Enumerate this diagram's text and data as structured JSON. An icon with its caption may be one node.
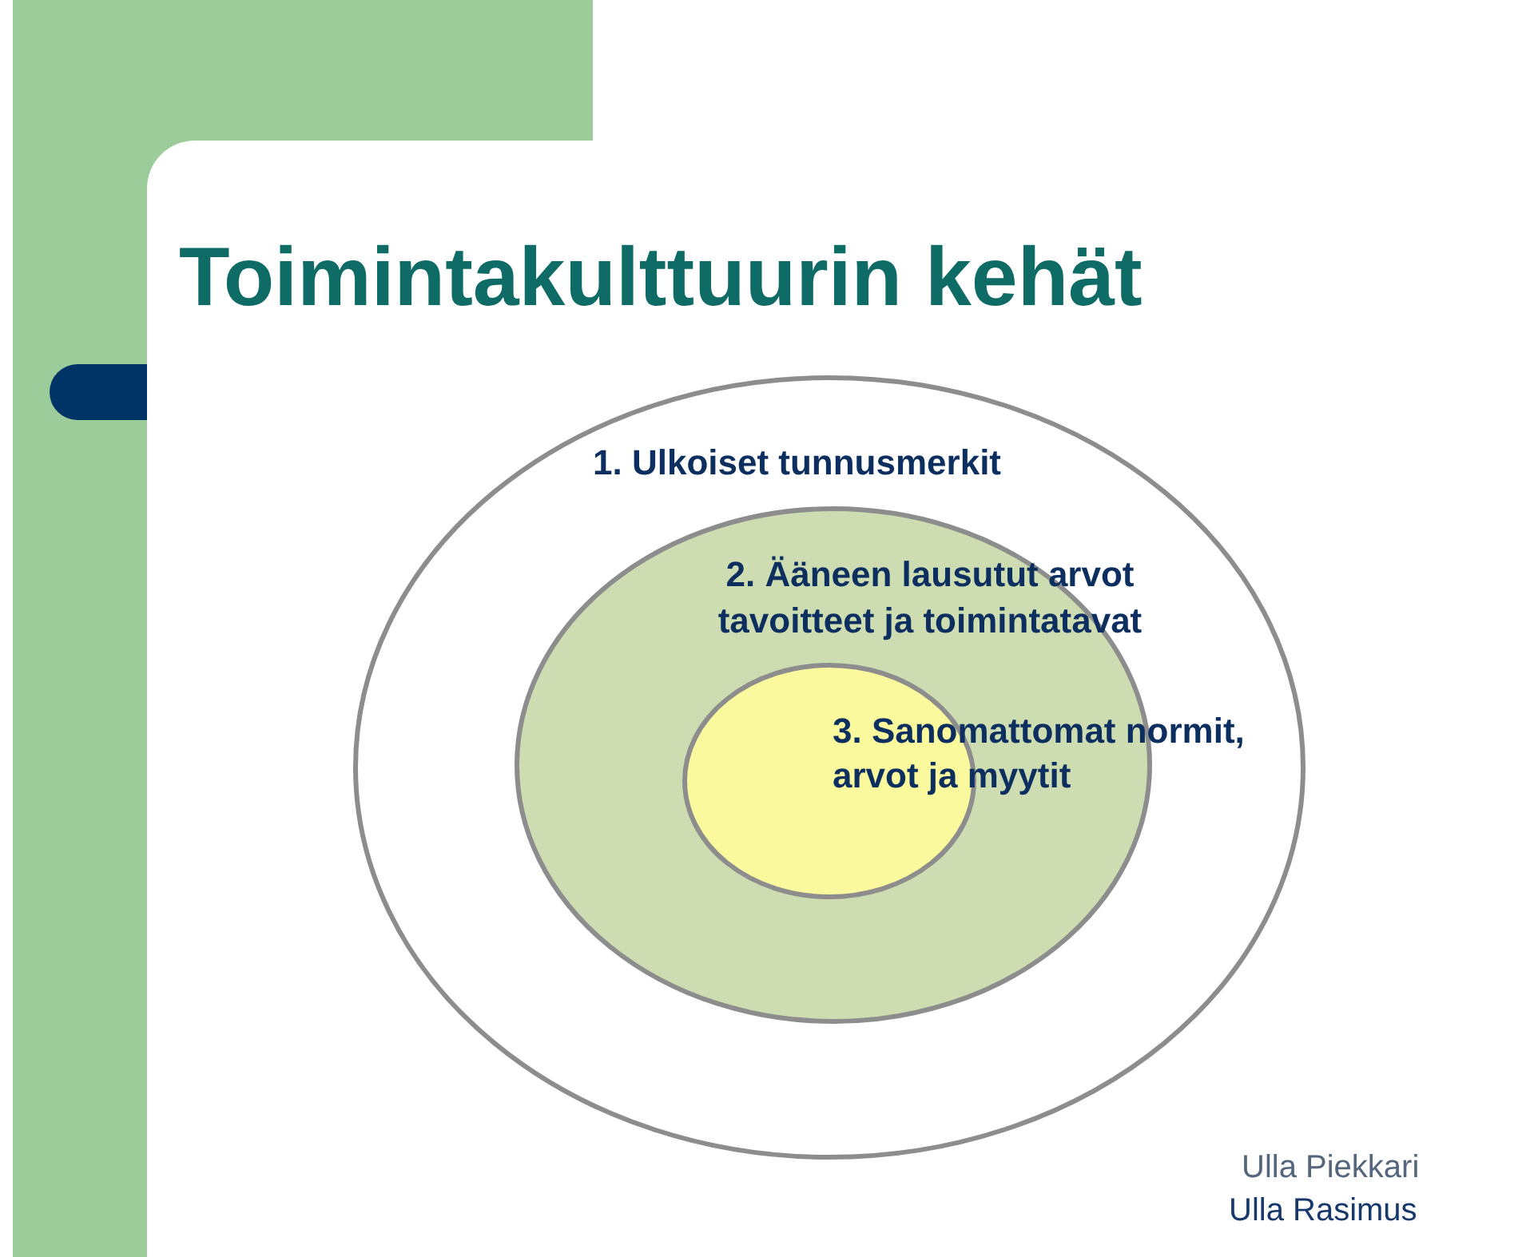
{
  "diagram": {
    "title": "Toimintakulttuurin kehät",
    "nodes": [
      {
        "text": [
          "1. Ulkoiset tunnusmerkit"
        ]
      },
      {
        "text": [
          "2. Ääneen lausutut arvot tavoitteet ja toimintatavat"
        ],
        "in": 0
      },
      {
        "text": [
          "3. Sanomattomat normit, arvot ja myytit"
        ],
        "in": 1
      }
    ],
    "labels": [
      "Ulla Piekkari",
      "Ulla Rasimus"
    ]
  }
}
